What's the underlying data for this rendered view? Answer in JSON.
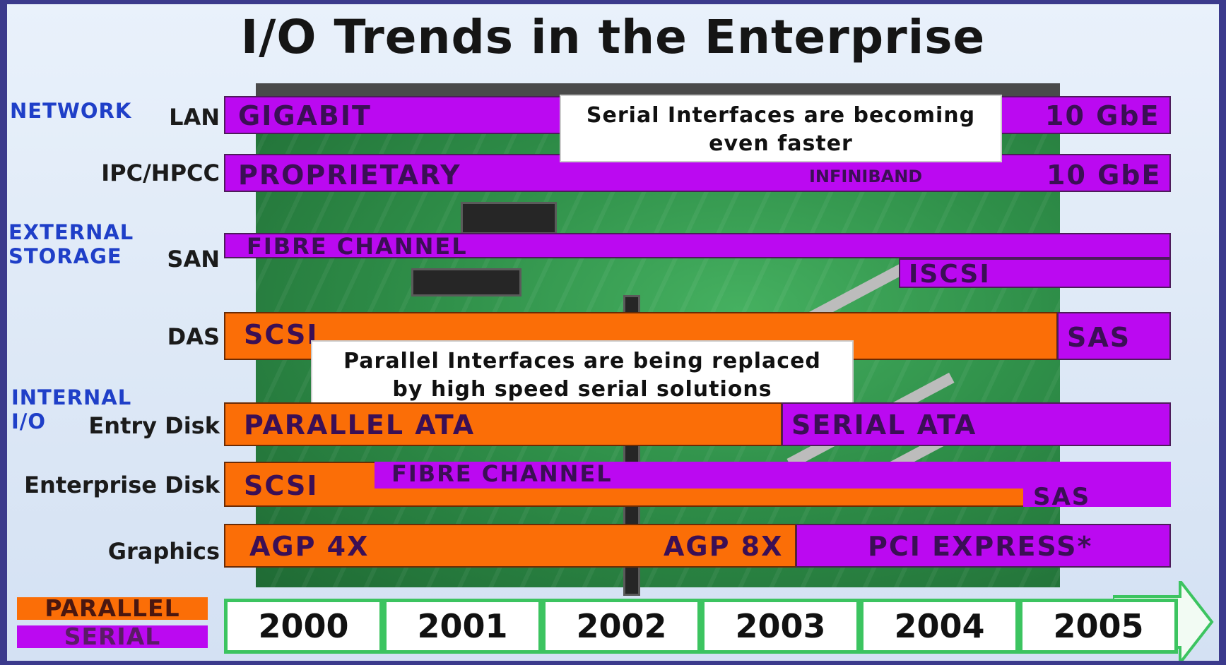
{
  "title": "I/O Trends in the Enterprise",
  "categories": {
    "network": "NETWORK",
    "external_storage_1": "EXTERNAL",
    "external_storage_2": "STORAGE",
    "internal_io_1": "INTERNAL",
    "internal_io_2": "I/O"
  },
  "rows": {
    "lan": "LAN",
    "ipc": "IPC/HPCC",
    "san": "SAN",
    "das": "DAS",
    "entry_disk": "Entry Disk",
    "enterprise_disk": "Enterprise Disk",
    "graphics": "Graphics"
  },
  "bars": {
    "lan_gigabit": "GIGABIT",
    "lan_10gbe": "10 GbE",
    "ipc_proprietary": "PROPRIETARY",
    "ipc_infiniband": "INFINIBAND",
    "ipc_10gbe": "10 GbE",
    "san_fibre": "FIBRE CHANNEL",
    "san_iscsi": "ISCSI",
    "das_scsi": "SCSI",
    "das_sas": "SAS",
    "entry_pata": "PARALLEL ATA",
    "entry_sata": "SERIAL ATA",
    "ent_scsi": "SCSI",
    "ent_fibre": "FIBRE CHANNEL",
    "ent_sas": "SAS",
    "gfx_agp4x": "AGP 4X",
    "gfx_agp8x": "AGP 8X",
    "gfx_pcie": "PCI EXPRESS*"
  },
  "callouts": {
    "serial_line1": "Serial Interfaces are becoming",
    "serial_line2": "even faster",
    "parallel_line1": "Parallel Interfaces are being replaced",
    "parallel_line2": "by high speed serial solutions"
  },
  "legend": {
    "parallel": "PARALLEL",
    "serial": "SERIAL",
    "parallel_color": "#fb6e07",
    "serial_color": "#bb09f1"
  },
  "years": [
    "2000",
    "2001",
    "2002",
    "2003",
    "2004",
    "2005"
  ]
}
